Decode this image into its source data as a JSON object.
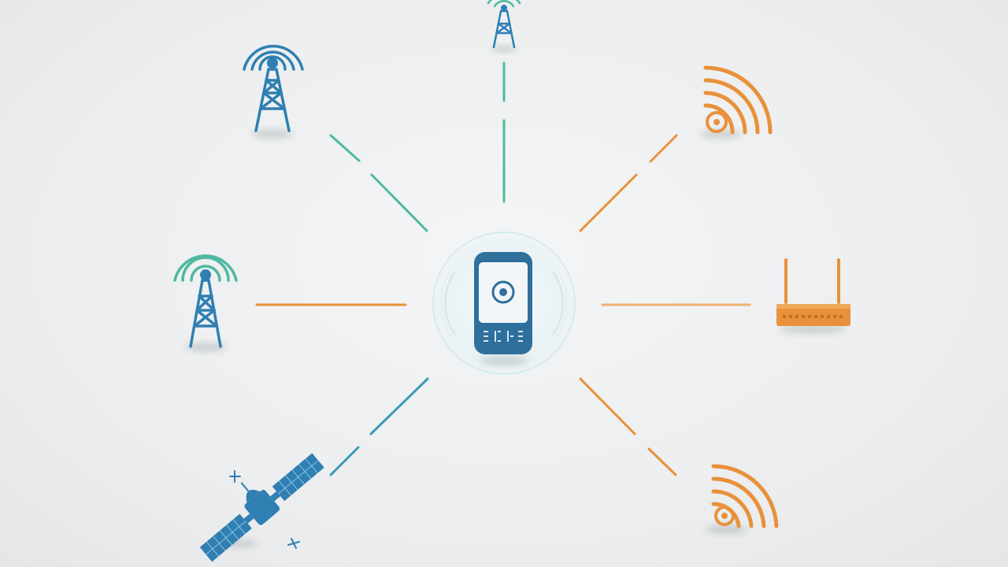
{
  "colors": {
    "background": "#eceeef",
    "blue": "#2f7fb3",
    "teal": "#4fb8a0",
    "orange": "#e8913a",
    "device_body": "#2f6f9c",
    "device_screen": "#f2f6f8",
    "glow": "#bfe3ec"
  },
  "center_device": {
    "icon": "mobile-phone-icon"
  },
  "nodes": [
    {
      "id": "tower-top",
      "icon": "cell-tower-icon",
      "link_color": "teal",
      "link_style": "dashed"
    },
    {
      "id": "tower-upper-left",
      "icon": "cell-tower-icon",
      "link_color": "teal",
      "link_style": "dashed"
    },
    {
      "id": "tower-left",
      "icon": "cell-tower-icon",
      "link_color": "orange",
      "link_style": "solid"
    },
    {
      "id": "satellite",
      "icon": "satellite-icon",
      "link_color": "blue",
      "link_style": "dashed"
    },
    {
      "id": "wifi-upper-right",
      "icon": "wifi-signal-icon",
      "link_color": "orange",
      "link_style": "dashed"
    },
    {
      "id": "router-right",
      "icon": "router-icon",
      "link_color": "orange",
      "link_style": "solid"
    },
    {
      "id": "wifi-lower-right",
      "icon": "wifi-signal-icon",
      "link_color": "orange",
      "link_style": "dashed"
    }
  ]
}
